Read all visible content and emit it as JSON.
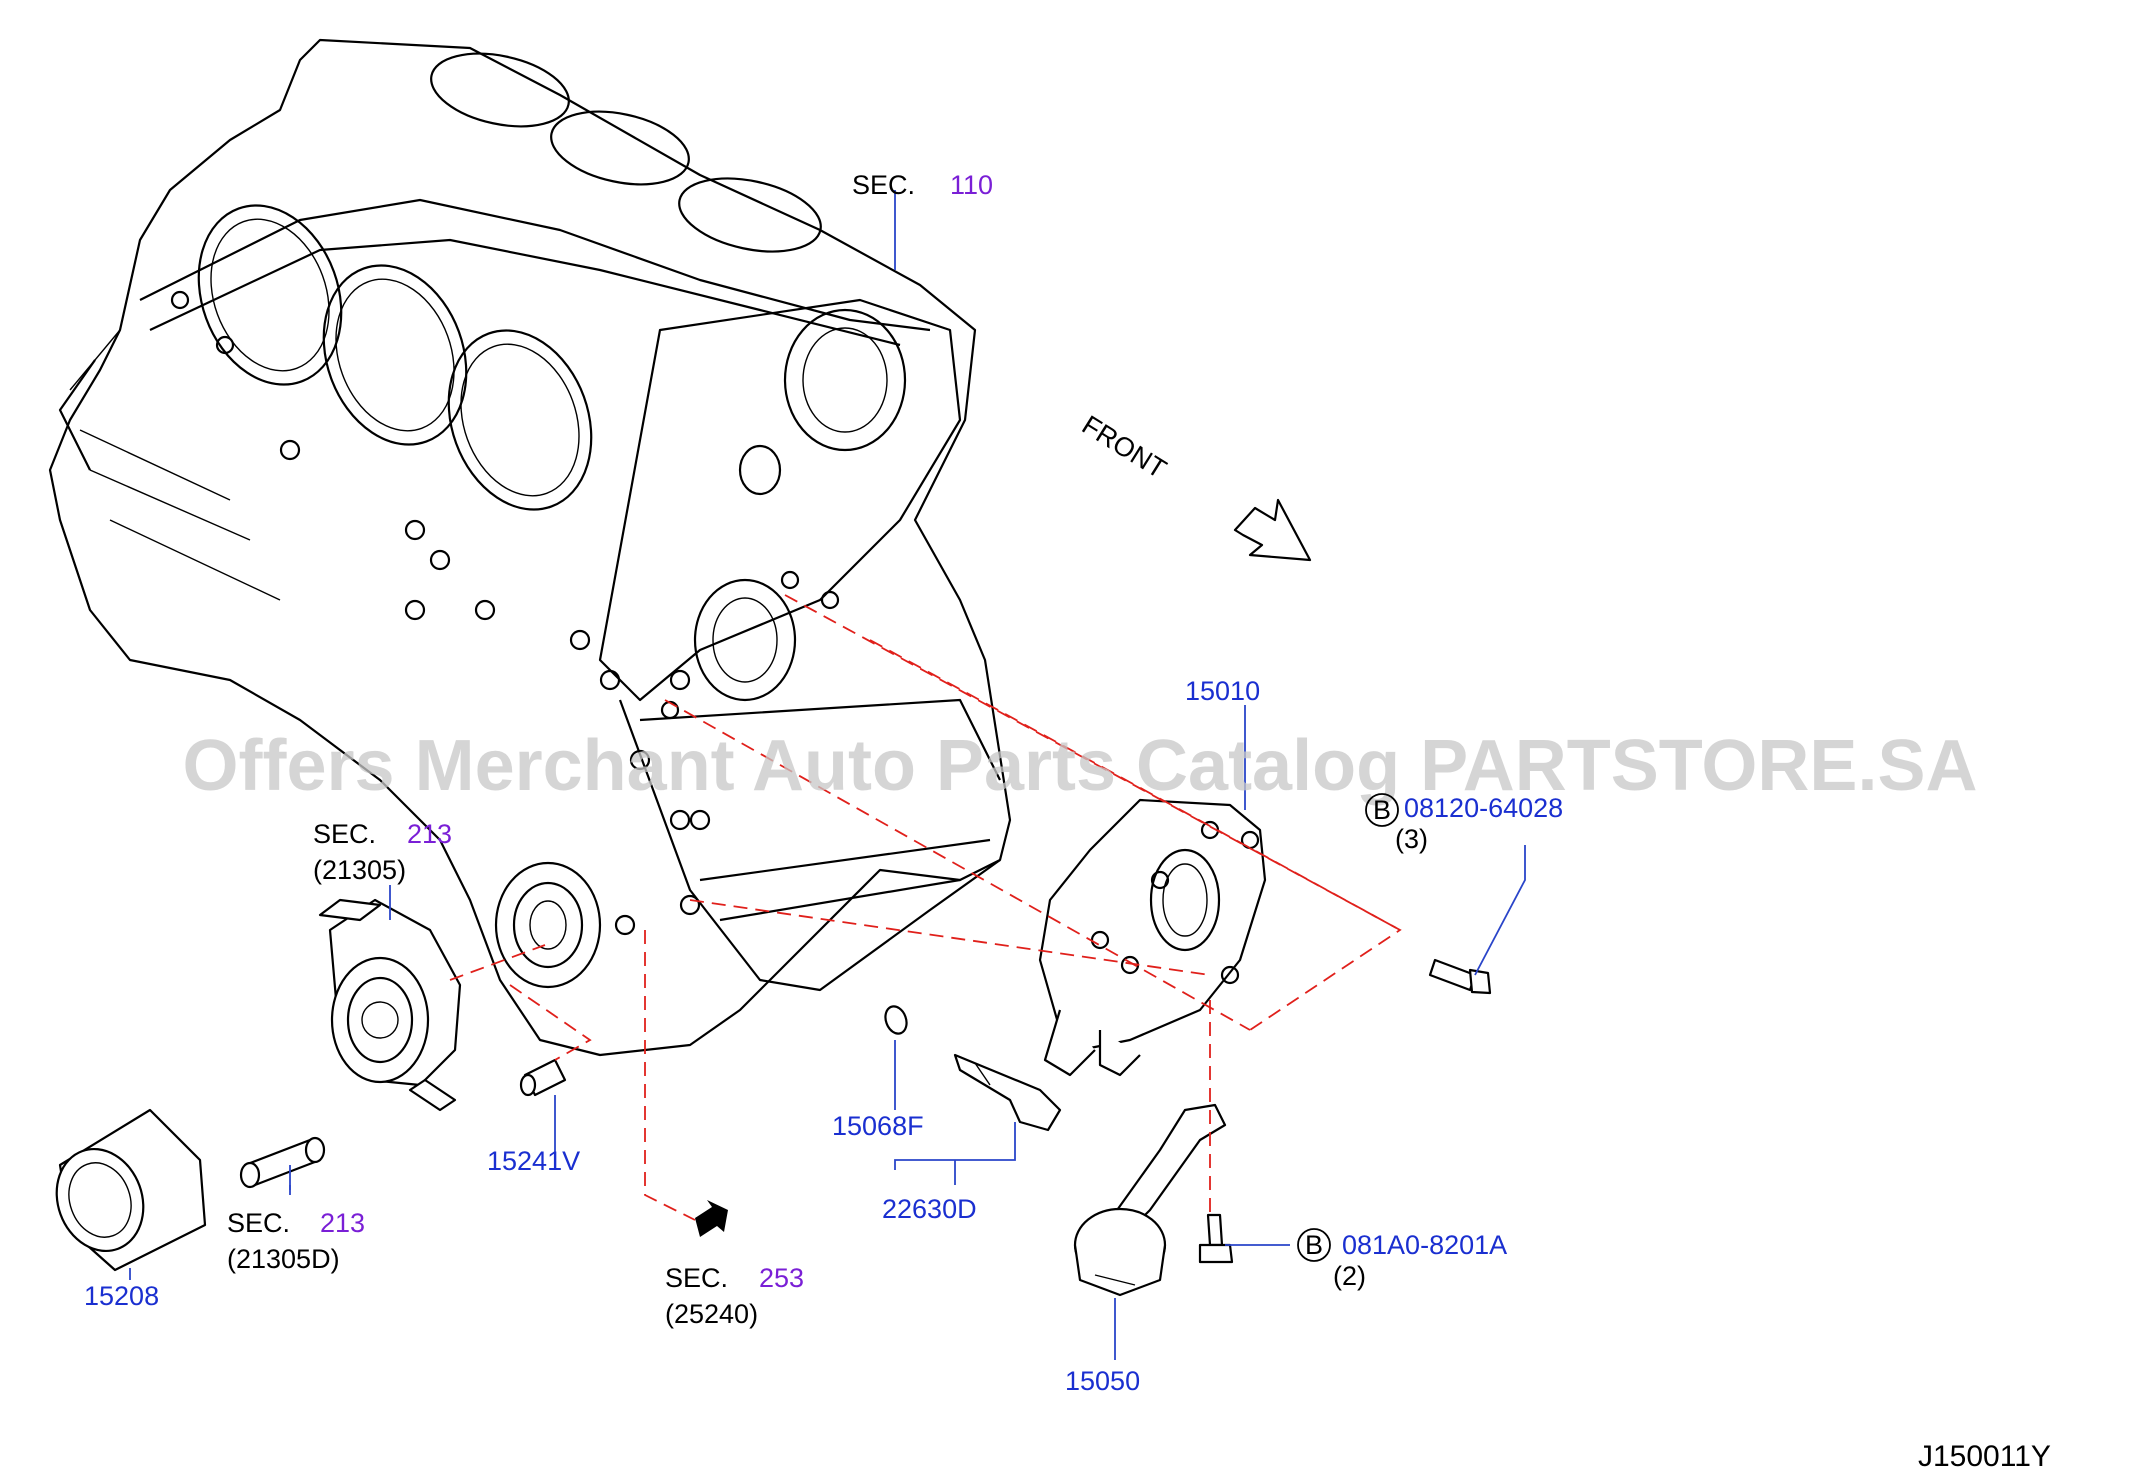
{
  "watermark": "Offers Merchant Auto Parts Catalog PARTSTORE.SA",
  "diagram_code": "J150011Y",
  "front_label": "FRONT",
  "colors": {
    "part_number": "#1a2fd0",
    "section_number": "#7a1fd6",
    "dashed_lines": "#e0201b",
    "text": "#000000"
  },
  "sections": [
    {
      "prefix": "SEC.",
      "number": "110",
      "sub": ""
    },
    {
      "prefix": "SEC.",
      "number": "213",
      "sub": "(21305)"
    },
    {
      "prefix": "SEC.",
      "number": "213",
      "sub": "(21305D)"
    },
    {
      "prefix": "SEC.",
      "number": "253",
      "sub": "(25240)"
    }
  ],
  "parts": [
    {
      "number": "15010"
    },
    {
      "number": "15068F"
    },
    {
      "number": "22630D"
    },
    {
      "number": "15241V"
    },
    {
      "number": "15208"
    },
    {
      "number": "15050"
    }
  ],
  "bolts": [
    {
      "badge": "B",
      "number": "08120-64028",
      "qty": "(3)"
    },
    {
      "badge": "B",
      "number": "081A0-8201A",
      "qty": "(2)"
    }
  ]
}
